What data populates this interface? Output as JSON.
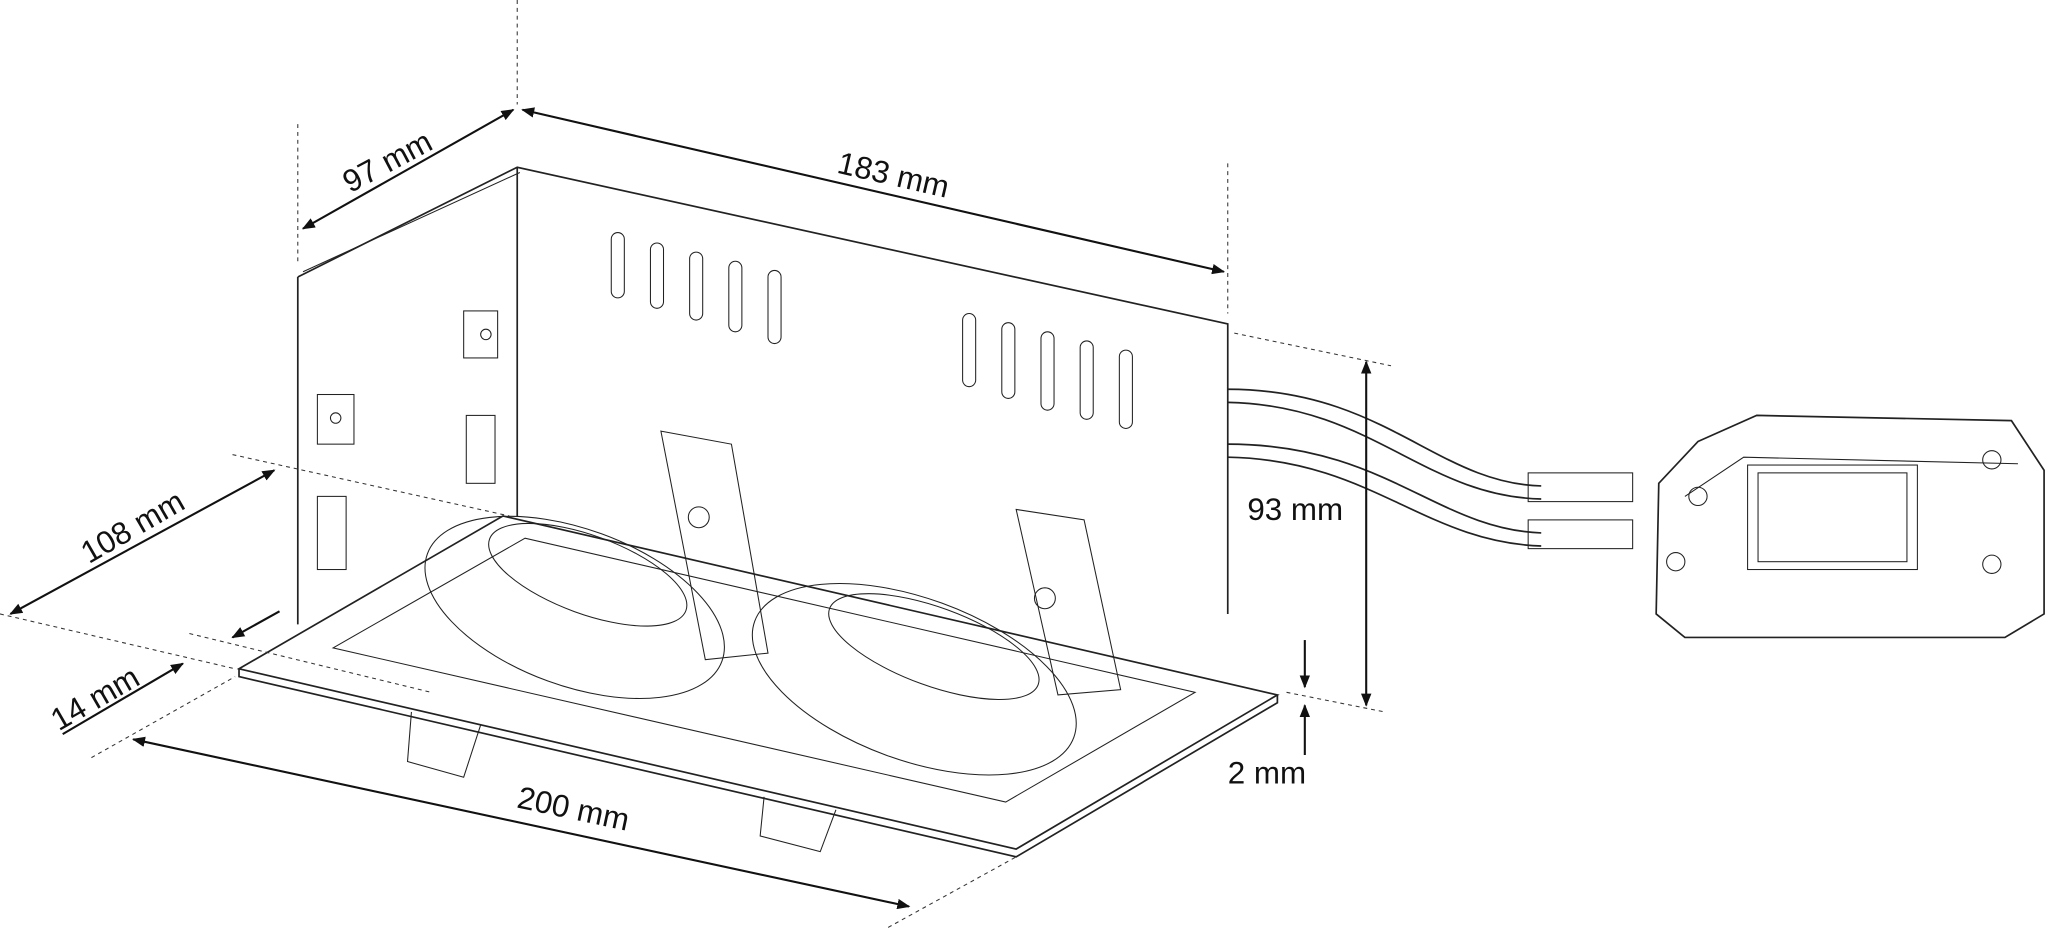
{
  "diagram": {
    "dimensions": {
      "depth": "97 mm",
      "length": "183 mm",
      "height": "93 mm",
      "width": "108 mm",
      "flange": "14 mm",
      "trim_length": "200 mm",
      "trim_thickness": "2 mm"
    }
  }
}
